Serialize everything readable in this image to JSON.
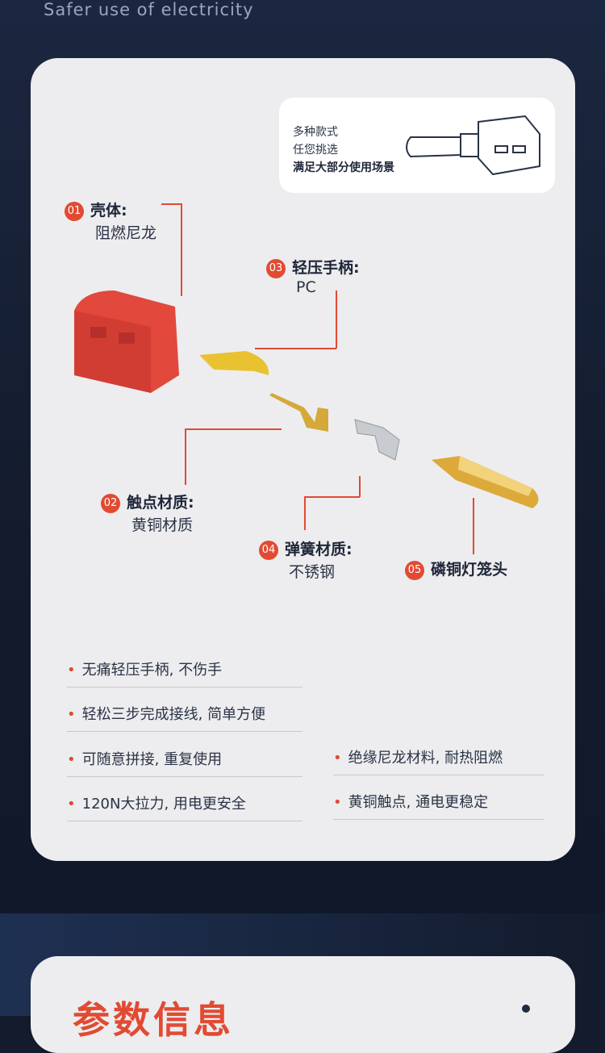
{
  "header": {
    "subtitle": "Safer use of electricity"
  },
  "tip": {
    "line1": "多种款式",
    "line2": "任您挑选",
    "line3": "满足大部分使用场景"
  },
  "parts": [
    {
      "num": "01",
      "title": "壳体:",
      "material": "阻燃尼龙"
    },
    {
      "num": "02",
      "title": "触点材质:",
      "material": "黄铜材质"
    },
    {
      "num": "03",
      "title": "轻压手柄:",
      "material": "PC"
    },
    {
      "num": "04",
      "title": "弹簧材质:",
      "material": "不锈钢"
    },
    {
      "num": "05",
      "title": "磷铜灯笼头"
    }
  ],
  "features": [
    "无痛轻压手柄, 不伤手",
    "轻松三步完成接线, 简单方便",
    "可随意拼接, 重复使用",
    "120N大拉力, 用电更安全",
    "绝缘尼龙材料, 耐热阻燃",
    "黄铜触点, 通电更稳定"
  ],
  "section2": {
    "title": "参数信息"
  },
  "colors": {
    "accent": "#e24a32",
    "navy": "#131b2c"
  }
}
